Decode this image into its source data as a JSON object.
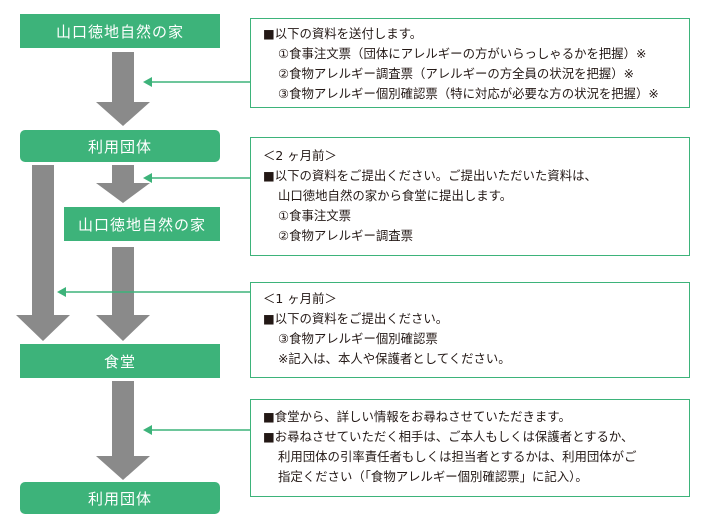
{
  "flow": {
    "step1": "山口徳地自然の家",
    "step2": "利用団体",
    "step2b": "山口徳地自然の家",
    "step3": "食堂",
    "step4": "利用団体"
  },
  "notes": {
    "n1": [
      "■以下の資料を送付します。",
      "①食事注文票（団体にアレルギーの方がいらっしゃるかを把握）※",
      "②食物アレルギー調査票（アレルギーの方全員の状況を把握）※",
      "③食物アレルギー個別確認票（特に対応が必要な方の状況を把握）※"
    ],
    "n2": [
      "＜2 ヶ月前＞",
      "■以下の資料をご提出ください。ご提出いただいた資料は、",
      "山口徳地自然の家から食堂に提出します。",
      "①食事注文票",
      "②食物アレルギー調査票"
    ],
    "n3": [
      "＜1 ヶ月前＞",
      "■以下の資料をご提出ください。",
      "③食物アレルギー個別確認票",
      "※記入は、本人や保護者としてください。"
    ],
    "n4": [
      "■食堂から、詳しい情報をお尋ねさせていただきます。",
      "■お尋ねさせていただく相手は、ご本人もしくは保護者とするか、",
      "利用団体の引率責任者もしくは担当者とするかは、利用団体がご",
      "指定ください（「食物アレルギー個別確認票」に記入）。"
    ]
  },
  "colors": {
    "green": "#3db37a",
    "arrow": "#8a8a8a",
    "text": "#231815"
  }
}
